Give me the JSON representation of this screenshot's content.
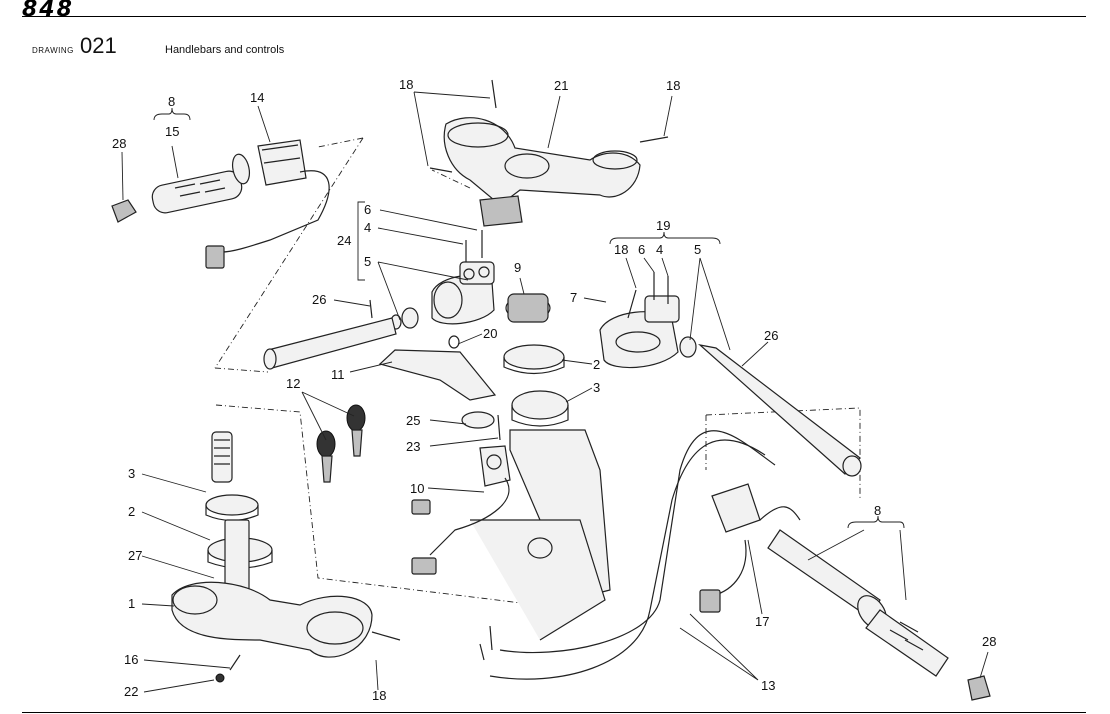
{
  "header": {
    "logo": "848",
    "drawing_label": "DRAWING",
    "drawing_number": "021",
    "title": "Handlebars and controls"
  },
  "callouts": {
    "c1": "1",
    "c2a": "2",
    "c2b": "2",
    "c3a": "3",
    "c3b": "3",
    "c4a": "4",
    "c4b": "4",
    "c5a": "5",
    "c5b": "5",
    "c6a": "6",
    "c6b": "6",
    "c7": "7",
    "c8a": "8",
    "c8b": "8",
    "c9": "9",
    "c10": "10",
    "c11": "11",
    "c12": "12",
    "c13": "13",
    "c14": "14",
    "c15": "15",
    "c16": "16",
    "c17": "17",
    "c18a": "18",
    "c18b": "18",
    "c18c": "18",
    "c18d": "18",
    "c19": "19",
    "c20": "20",
    "c21": "21",
    "c22": "22",
    "c23": "23",
    "c24": "24",
    "c25": "25",
    "c26a": "26",
    "c26b": "26",
    "c27": "27",
    "c28a": "28",
    "c28b": "28"
  }
}
